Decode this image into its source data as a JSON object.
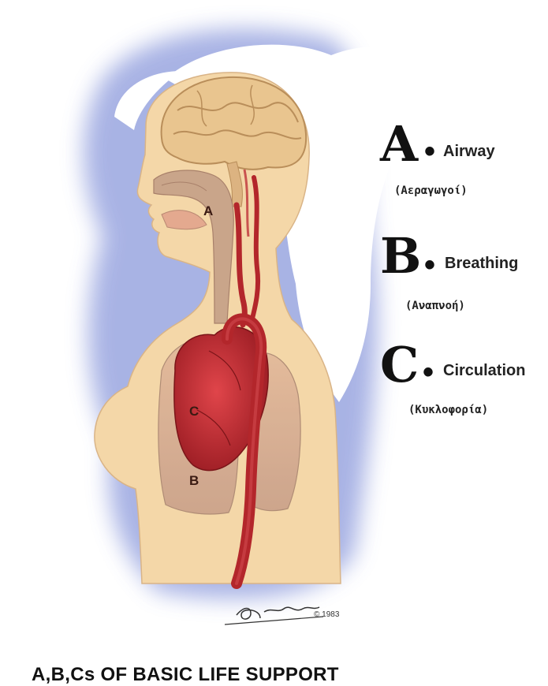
{
  "illustration": {
    "organ_labels": {
      "airway": "A",
      "heart": "C",
      "lungs": "B"
    },
    "copyright": "© 1983"
  },
  "legend": {
    "items": [
      {
        "letter": "A",
        "word": "Airway",
        "translation": "(Αεραγωγοί)"
      },
      {
        "letter": "B",
        "word": "Breathing",
        "translation": "(Αναπνοή)"
      },
      {
        "letter": "C",
        "word": "Circulation",
        "translation": "(Κυκλοφορία)"
      }
    ]
  },
  "caption": "A,B,Cs OF BASIC LIFE SUPPORT",
  "colors": {
    "skin": "#f4d7a8",
    "brain": "#e9c58f",
    "blood": "#b3262b",
    "halo": "#9aa6e0",
    "hair": "#ffffff"
  }
}
